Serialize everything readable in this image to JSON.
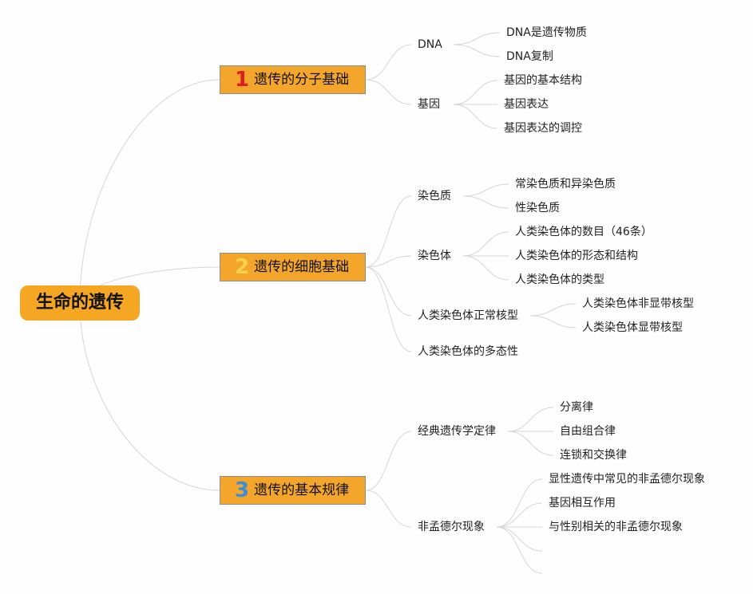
{
  "root": "生命的遗传",
  "colors": {
    "accent": "#f5a623",
    "num1": "#e02020",
    "num2": "#f7d24a",
    "num3": "#3a8ed6",
    "line": "#d6d6d6"
  },
  "branches": [
    {
      "num": "1",
      "label": "遗传的分子基础",
      "children": [
        {
          "label": "DNA",
          "children": [
            "DNA是遗传物质",
            "DNA复制"
          ]
        },
        {
          "label": "基因",
          "children": [
            "基因的基本结构",
            "基因表达",
            "基因表达的调控"
          ]
        }
      ]
    },
    {
      "num": "2",
      "label": "遗传的细胞基础",
      "children": [
        {
          "label": "染色质",
          "children": [
            "常染色质和异染色质",
            "性染色质"
          ]
        },
        {
          "label": "染色体",
          "children": [
            "人类染色体的数目（46条）",
            "人类染色体的形态和结构",
            "人类染色体的类型"
          ]
        },
        {
          "label": "人类染色体正常核型",
          "children": [
            "人类染色体非显带核型",
            "人类染色体显带核型"
          ]
        },
        {
          "label": "人类染色体的多态性",
          "children": []
        }
      ]
    },
    {
      "num": "3",
      "label": "遗传的基本规律",
      "children": [
        {
          "label": "经典遗传学定律",
          "children": [
            "分离律",
            "自由组合律",
            "连锁和交换律"
          ]
        },
        {
          "label": "非孟德尔现象",
          "children": [
            "显性遗传中常见的非孟德尔现象",
            "基因相互作用",
            "与性别相关的非孟德尔现象",
            "",
            ""
          ]
        }
      ]
    }
  ]
}
